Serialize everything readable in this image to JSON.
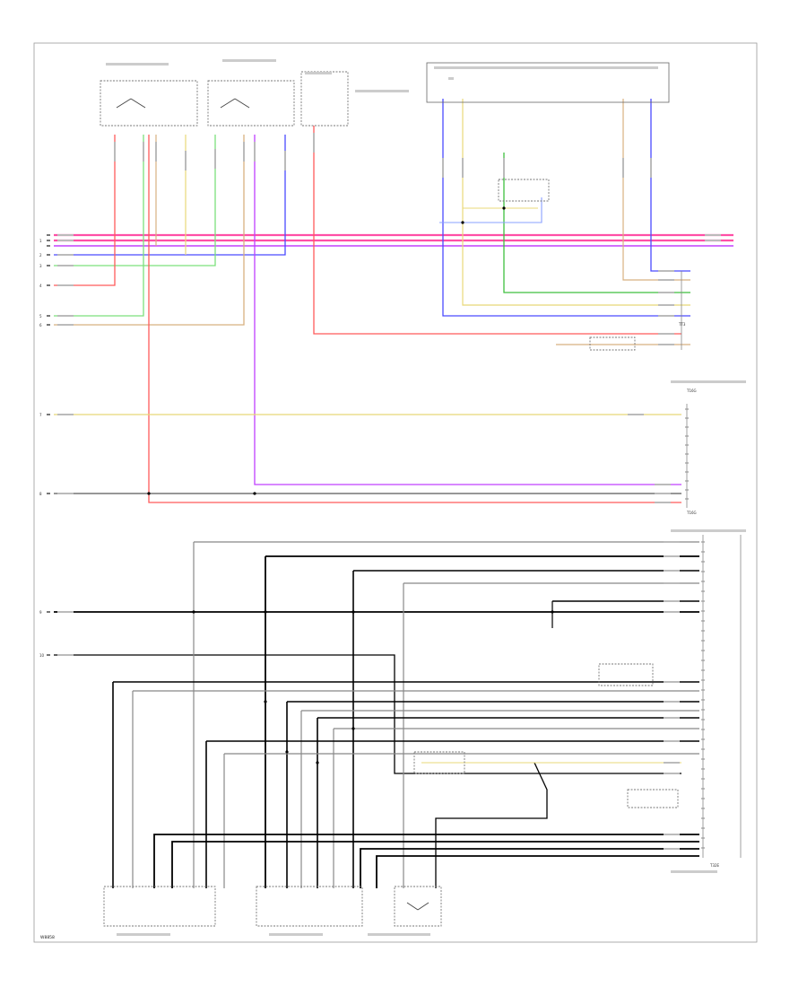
{
  "colors": {
    "red": "#ff5a5a",
    "pink": "#ff4fa6",
    "magenta": "#c040ff",
    "purple": "#a040c8",
    "blue": "#4a4aff",
    "lightblue": "#8aa0ff",
    "green": "#3fbf3f",
    "lightgreen": "#7ce07c",
    "yellow": "#e8d878",
    "tan": "#d8b080",
    "black": "#000000",
    "grey": "#888888",
    "frame": "#999999"
  },
  "left_terminals": [
    "1",
    "2",
    "3",
    "4",
    "5",
    "6",
    "7",
    "8",
    "9",
    "10"
  ],
  "labels": {
    "bottom_left": "W8858",
    "right_mid": "T16G",
    "right_low": "T16G",
    "right_bottom": "T32E",
    "connector_top": "TT3"
  }
}
